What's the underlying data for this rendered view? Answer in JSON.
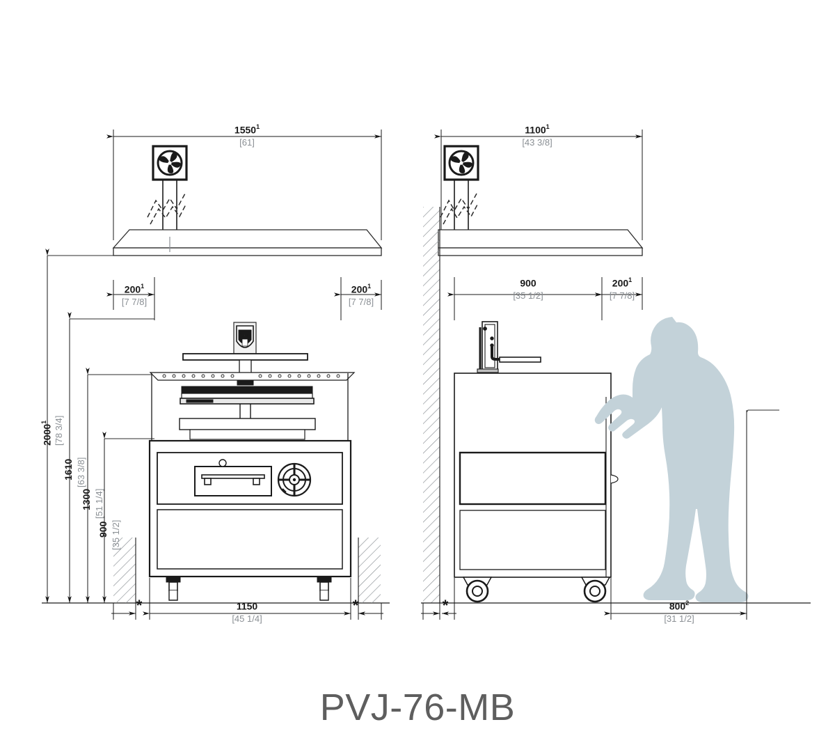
{
  "drawing": {
    "title": "PVJ-76-MB",
    "title_color": "#5e5e5e",
    "line_color": "#2b2b2b",
    "inch_color": "#8a8f94",
    "person_color": "#c3d2d9",
    "hatch_color": "#8a8f94",
    "asterisk": "*"
  },
  "views": {
    "front": {
      "name": "front-elevation",
      "dimensions": {
        "hood_width": {
          "mm": "1550",
          "sup": "1",
          "inch": "[61]"
        },
        "left_clearance": {
          "mm": "200",
          "sup": "1",
          "inch": "[7 7/8]"
        },
        "right_clearance": {
          "mm": "200",
          "sup": "1",
          "inch": "[7 7/8]"
        },
        "overall_height": {
          "mm": "2000",
          "sup": "1",
          "inch": "[78 3/4]"
        },
        "height_1610": {
          "mm": "1610",
          "sup": "",
          "inch": "[63 3/8]"
        },
        "height_1300": {
          "mm": "1300",
          "sup": "",
          "inch": "[51 1/4]"
        },
        "height_900": {
          "mm": "900",
          "sup": "",
          "inch": "[35 1/2]"
        },
        "machine_width": {
          "mm": "1150",
          "sup": "",
          "inch": "[45 1/4]"
        }
      },
      "icons": {
        "exhaust_fan": "ventilation-fan-icon",
        "brand_badge": "brand-shield-badge"
      }
    },
    "side": {
      "name": "side-elevation",
      "dimensions": {
        "hood_depth": {
          "mm": "1100",
          "sup": "1",
          "inch": "[43 3/8]"
        },
        "machine_depth": {
          "mm": "900",
          "sup": "",
          "inch": "[35 1/2]"
        },
        "front_clearance": {
          "mm": "200",
          "sup": "1",
          "inch": "[7 7/8]"
        },
        "operator_space": {
          "mm": "800",
          "sup": "2",
          "inch": "[31 1/2]"
        }
      },
      "icons": {
        "exhaust_fan": "ventilation-fan-icon",
        "operator": "operator-silhouette"
      }
    }
  }
}
